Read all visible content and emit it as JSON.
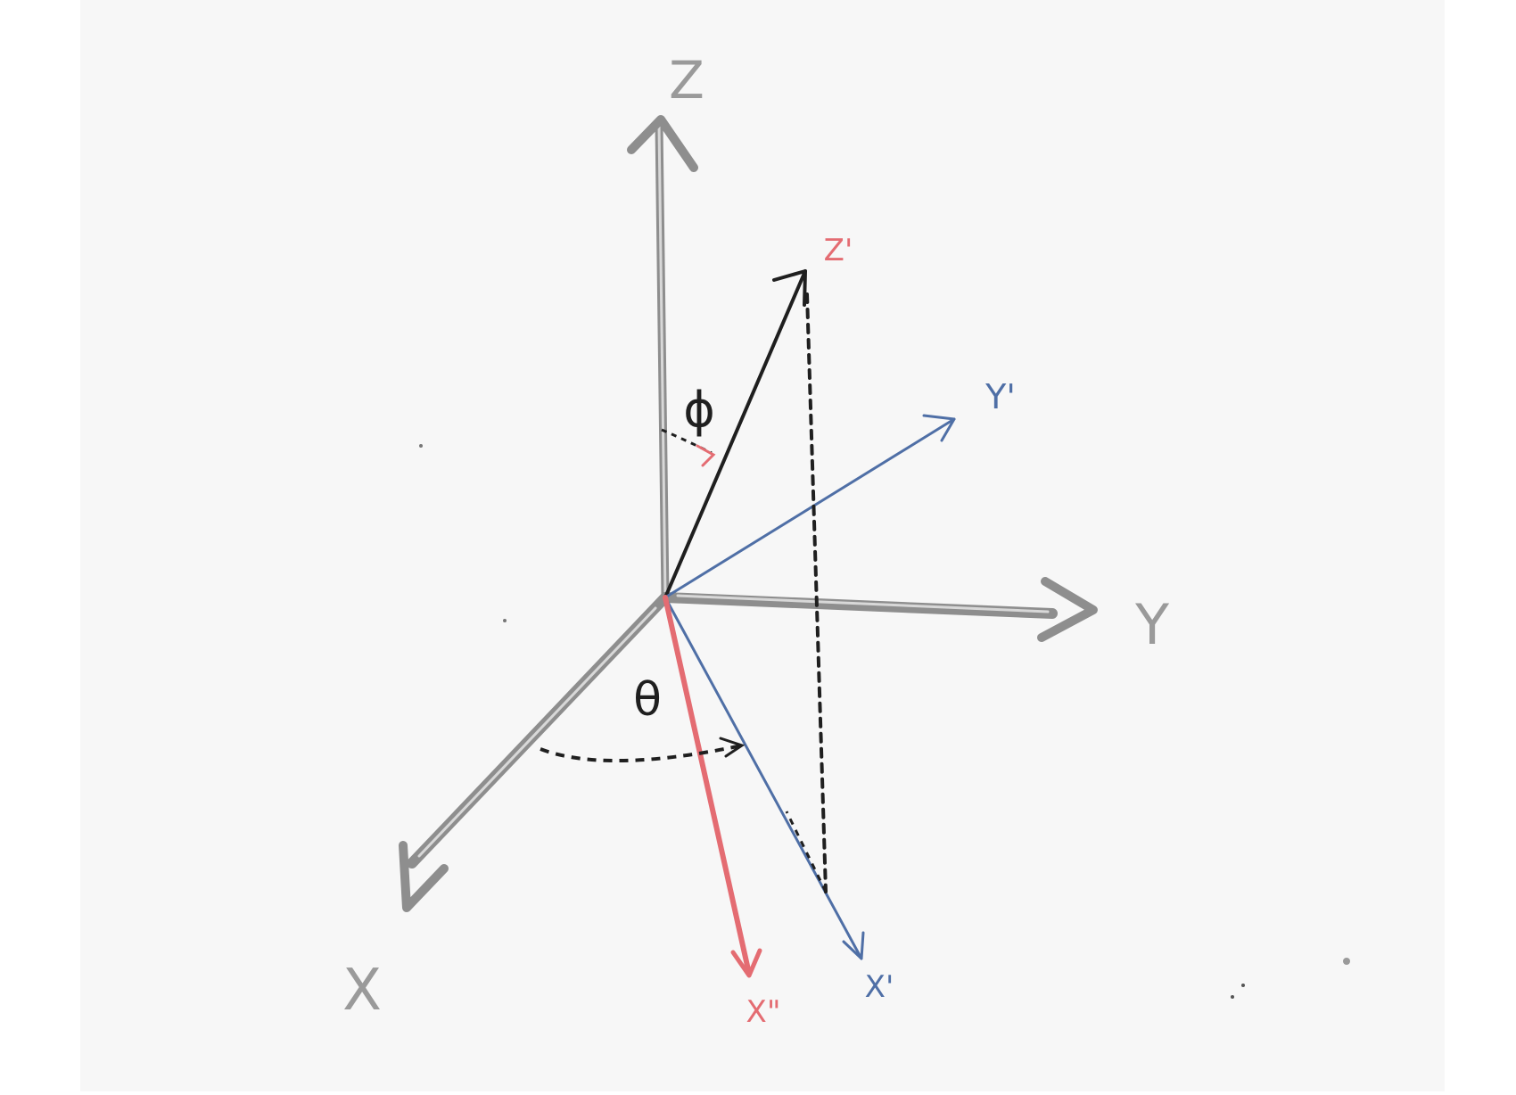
{
  "colors": {
    "background": "#ffffff",
    "board": "#f7f7f7",
    "axis_gray": "#8e8e8e",
    "axis_gray_light": "#c9c9c9",
    "black": "#1f1f1f",
    "blue": "#4f6fa6",
    "red": "#e46c72"
  },
  "labels": {
    "z": "Z",
    "y": "Y",
    "x": "X",
    "z_prime": "Z'",
    "y_prime": "Y'",
    "x_prime": "X'",
    "x_double_prime": "X\"",
    "phi": "ϕ",
    "theta": "θ"
  },
  "vectors": [
    {
      "id": "z-axis",
      "color": "axis_gray"
    },
    {
      "id": "y-axis",
      "color": "axis_gray"
    },
    {
      "id": "x-axis",
      "color": "axis_gray"
    },
    {
      "id": "z-prime",
      "color": "black"
    },
    {
      "id": "y-prime",
      "color": "blue"
    },
    {
      "id": "x-prime",
      "color": "blue"
    },
    {
      "id": "x-double-prime",
      "color": "red"
    }
  ]
}
